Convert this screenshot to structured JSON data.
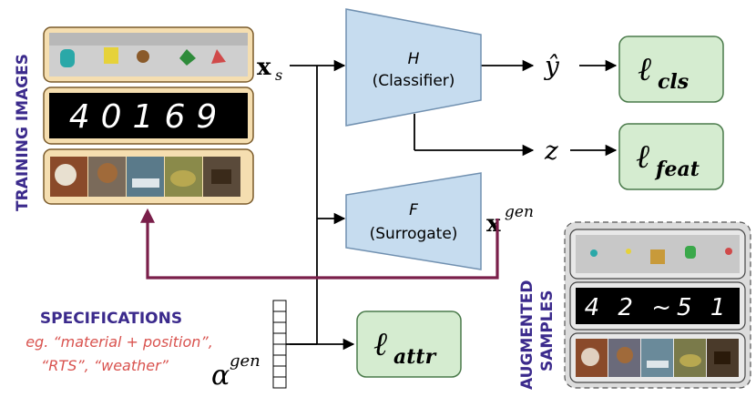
{
  "side_labels": {
    "training": "TRAINING IMAGES",
    "augmented_1": "AUGMENTED",
    "augmented_2": "SAMPLES"
  },
  "specifications": {
    "title": "SPECIFICATIONS",
    "line1": "eg. “material + position”,",
    "line2": "“RTS”,   “weather”"
  },
  "blocks": {
    "classifier_name": "H",
    "classifier_role": "(Classifier)",
    "surrogate_name": "F",
    "surrogate_role": "(Surrogate)"
  },
  "losses": {
    "cls": {
      "base": "ℓ",
      "sub": "cls"
    },
    "feat": {
      "base": "ℓ",
      "sub": "feat"
    },
    "attr": {
      "base": "ℓ",
      "sub": "attr"
    }
  },
  "symbols": {
    "x_s_base": "x",
    "x_s_sub": "s",
    "y_hat": "ŷ",
    "z": "z",
    "x_gen_base": "x",
    "x_gen_sup": "gen",
    "alpha_base": "α",
    "alpha_sup": "gen"
  },
  "digits_training": "40169",
  "digits_augmented": "4 2 ~5 1",
  "colors": {
    "training_frame": "#f5deb0",
    "training_border": "#7a5a2a",
    "network_fill": "#c6dcef",
    "network_border": "#7090b0",
    "loss_fill": "#d5ecd0",
    "loss_border": "#4a7a4a",
    "feedback_arrow": "#7a1f4a",
    "heading_purple": "#3b2a8c",
    "spec_red": "#d9534f",
    "augmented_panel": "#dcdcdc"
  }
}
